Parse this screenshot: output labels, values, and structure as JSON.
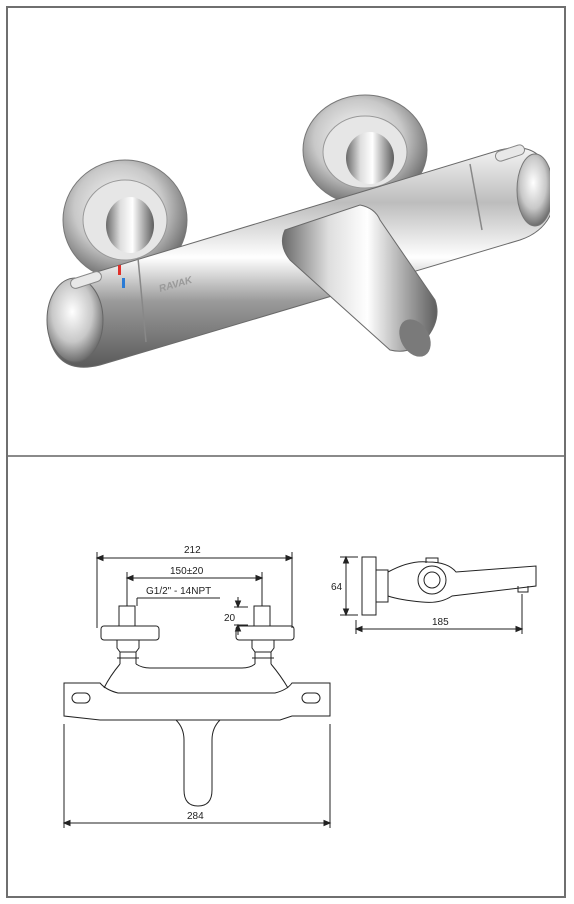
{
  "brand": {
    "logo_text": "RAVAK"
  },
  "front_view": {
    "dim_overall_width": "212",
    "dim_pipe_spacing": "150",
    "dim_pipe_spacing_tolerance": "±20",
    "dim_thread": "G1/2\" - 14NPT",
    "dim_connector_height": "20",
    "dim_body_width": "284"
  },
  "side_view": {
    "dim_height": "64",
    "dim_spout_length": "185"
  },
  "colors": {
    "hot_marker": "#e0302a",
    "cold_marker": "#2a7bd6",
    "frame": "#6f6f6f",
    "line": "#222222"
  }
}
